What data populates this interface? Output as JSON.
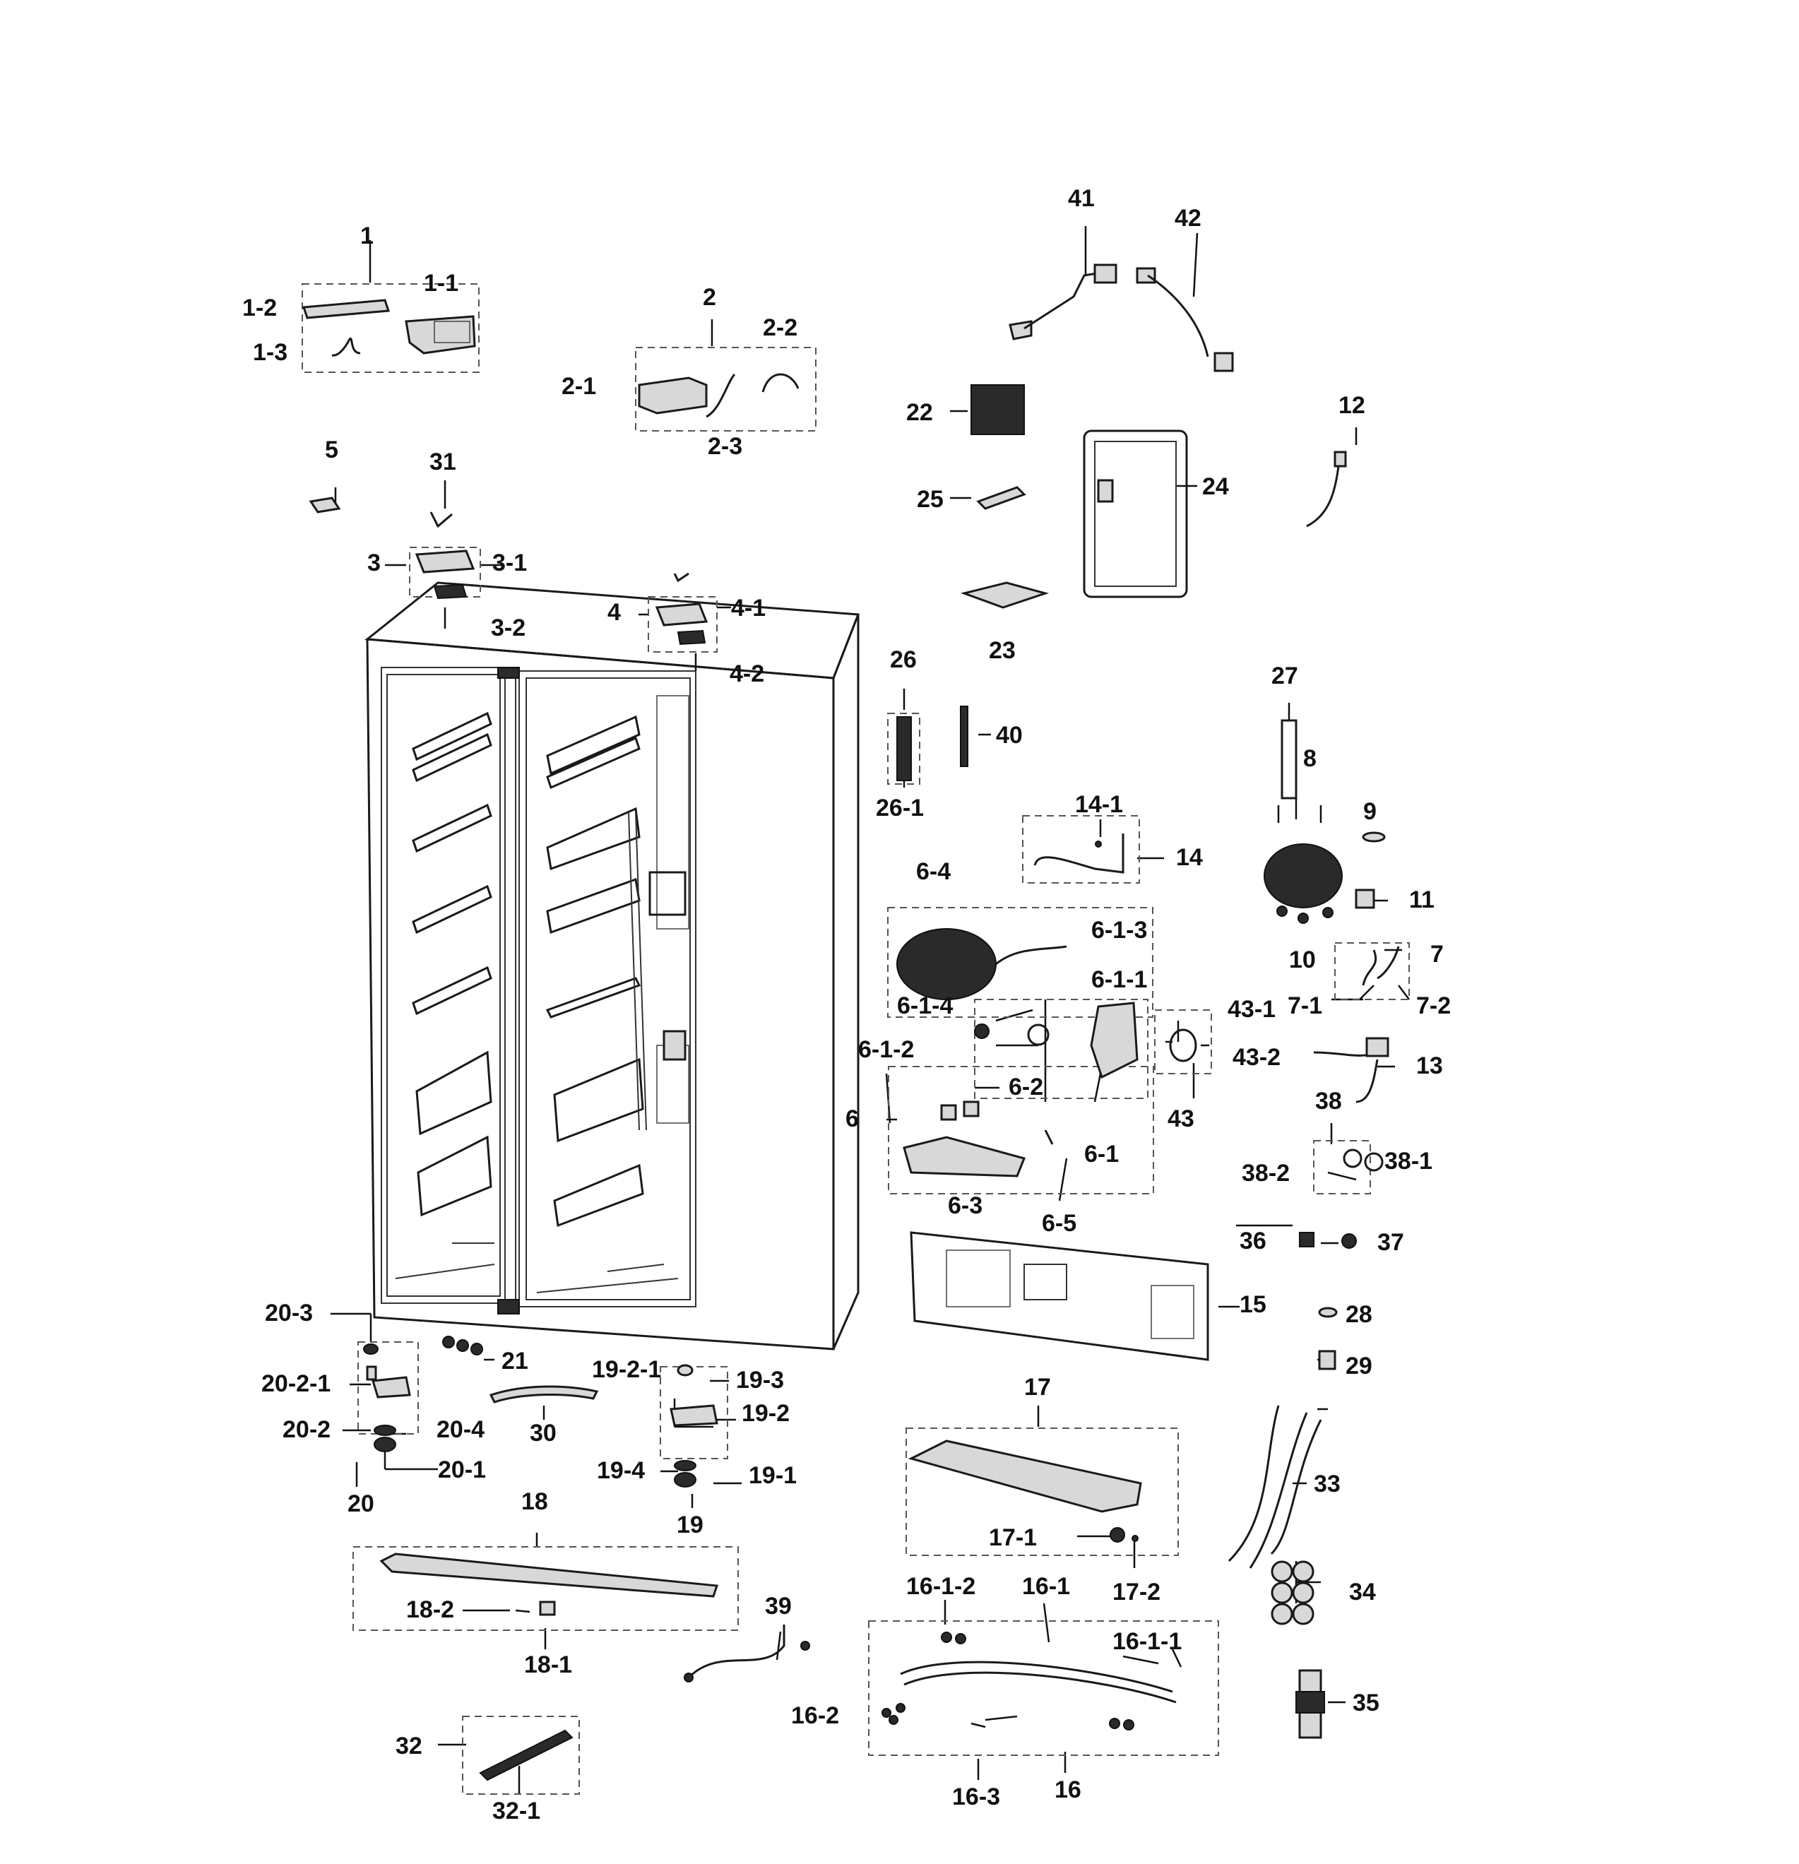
{
  "labels": {
    "l1": "1",
    "l1_1": "1-1",
    "l1_2": "1-2",
    "l1_3": "1-3",
    "l2": "2",
    "l2_1": "2-1",
    "l2_2": "2-2",
    "l2_3": "2-3",
    "l3": "3",
    "l3_1": "3-1",
    "l3_2": "3-2",
    "l4": "4",
    "l4_1": "4-1",
    "l4_2": "4-2",
    "l5": "5",
    "l6": "6",
    "l6_1": "6-1",
    "l6_1_1": "6-1-1",
    "l6_1_2": "6-1-2",
    "l6_1_3": "6-1-3",
    "l6_1_4": "6-1-4",
    "l6_2": "6-2",
    "l6_3": "6-3",
    "l6_4": "6-4",
    "l6_5": "6-5",
    "l7": "7",
    "l7_1": "7-1",
    "l7_2": "7-2",
    "l8": "8",
    "l9": "9",
    "l10": "10",
    "l11": "11",
    "l12": "12",
    "l13": "13",
    "l14": "14",
    "l14_1": "14-1",
    "l15": "15",
    "l16": "16",
    "l16_1": "16-1",
    "l16_1_1": "16-1-1",
    "l16_1_2": "16-1-2",
    "l16_2": "16-2",
    "l16_3": "16-3",
    "l17": "17",
    "l17_1": "17-1",
    "l17_2": "17-2",
    "l18": "18",
    "l18_1": "18-1",
    "l18_2": "18-2",
    "l19": "19",
    "l19_1": "19-1",
    "l19_2": "19-2",
    "l19_2_1": "19-2-1",
    "l19_3": "19-3",
    "l19_4": "19-4",
    "l20": "20",
    "l20_1": "20-1",
    "l20_2": "20-2",
    "l20_2_1": "20-2-1",
    "l20_3": "20-3",
    "l20_4": "20-4",
    "l21": "21",
    "l22": "22",
    "l23": "23",
    "l24": "24",
    "l25": "25",
    "l26": "26",
    "l26_1": "26-1",
    "l27": "27",
    "l28": "28",
    "l29": "29",
    "l30": "30",
    "l31": "31",
    "l32": "32",
    "l32_1": "32-1",
    "l33": "33",
    "l34": "34",
    "l35": "35",
    "l36": "36",
    "l37": "37",
    "l38": "38",
    "l38_1": "38-1",
    "l38_2": "38-2",
    "l39": "39",
    "l40": "40",
    "l41": "41",
    "l42": "42",
    "l43": "43",
    "l43_1": "43-1",
    "l43_2": "43-2"
  }
}
